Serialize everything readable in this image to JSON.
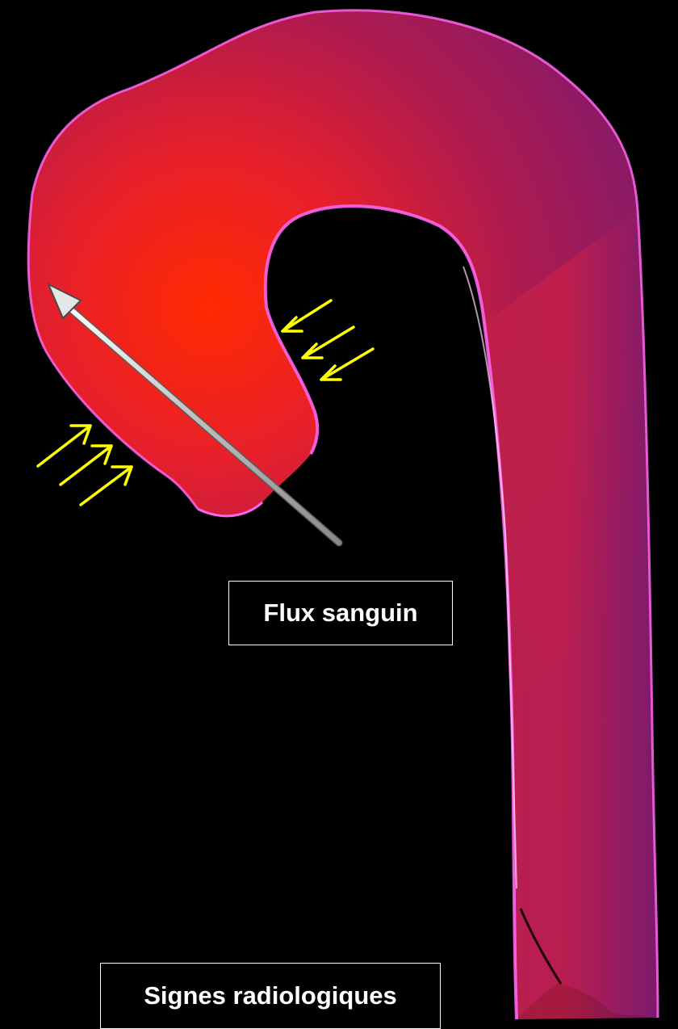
{
  "labels": {
    "flow": "Flux sanguin",
    "signs": "Signes radiologiques"
  },
  "colors": {
    "background": "#000000",
    "vessel_core": "#ff2a00",
    "vessel_edge": "#7a1a6e",
    "vessel_rim": "#ff66ee",
    "indicator_arrows": "#ffff00",
    "flow_arrow": "#d8d8d8"
  },
  "icons": {
    "flow_arrow": "flow-direction-arrow",
    "indicators": "yellow-indicator-arrows"
  }
}
